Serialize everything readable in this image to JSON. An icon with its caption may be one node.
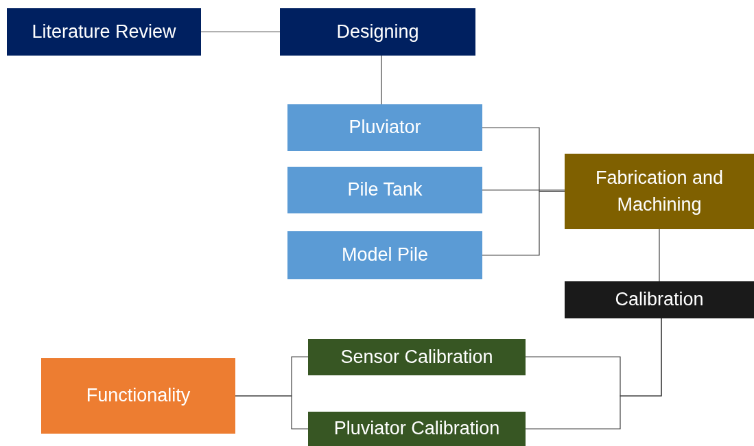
{
  "diagram": {
    "nodes": [
      {
        "text": [
          "Literature Review"
        ]
      },
      {
        "text": [
          "Designing"
        ]
      },
      {
        "text": [
          "Pluviator"
        ]
      },
      {
        "text": [
          "Pile Tank"
        ]
      },
      {
        "text": [
          "Model Pile"
        ]
      },
      {
        "text": [
          "Fabrication and Machining"
        ]
      },
      {
        "text": [
          "Calibration"
        ]
      },
      {
        "text": [
          "Sensor Calibration"
        ]
      },
      {
        "text": [
          "Pluviator Calibration"
        ]
      },
      {
        "text": [
          "Functionality"
        ]
      }
    ],
    "edges": [
      {
        "from": 0,
        "to": 1,
        "arrow": "none"
      },
      {
        "from": 1,
        "to": 2,
        "arrow": "none"
      },
      {
        "from": 2,
        "to": 5,
        "arrow": "none"
      },
      {
        "from": 3,
        "to": 5,
        "arrow": "none"
      },
      {
        "from": 4,
        "to": 5,
        "arrow": "none"
      },
      {
        "from": 5,
        "to": 6,
        "arrow": "none"
      },
      {
        "from": 6,
        "to": 7,
        "arrow": "none"
      },
      {
        "from": 6,
        "to": 8,
        "arrow": "none"
      },
      {
        "from": 9,
        "to": 7,
        "arrow": "none"
      },
      {
        "from": 9,
        "to": 8,
        "arrow": "none"
      }
    ]
  }
}
